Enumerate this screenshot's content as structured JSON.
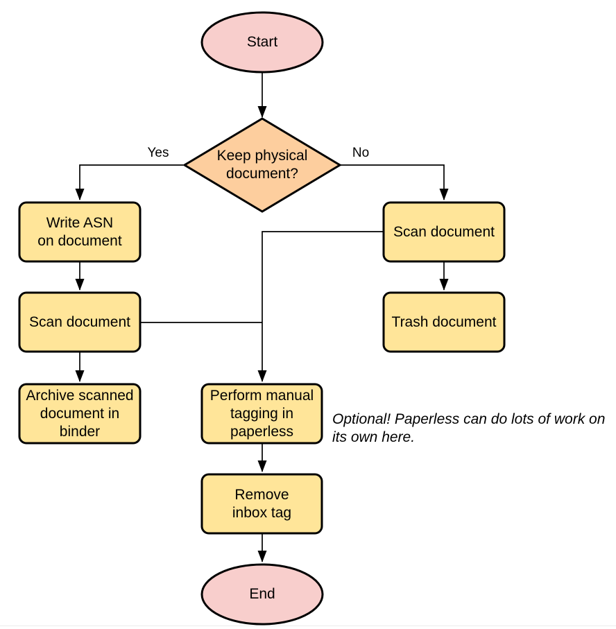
{
  "colors": {
    "terminator_fill": "#f8cecc",
    "decision_fill": "#fdce9e",
    "process_fill": "#ffe599",
    "stroke": "#000000"
  },
  "nodes": {
    "start": {
      "label": "Start",
      "type": "terminator"
    },
    "decision": {
      "label": "Keep physical\ndocument?",
      "type": "decision"
    },
    "write_asn": {
      "label": "Write ASN\non document",
      "type": "process"
    },
    "scan_left": {
      "label": "Scan document",
      "type": "process"
    },
    "archive": {
      "label": "Archive scanned\ndocument in\nbinder",
      "type": "process"
    },
    "scan_right": {
      "label": "Scan document",
      "type": "process"
    },
    "trash": {
      "label": "Trash document",
      "type": "process"
    },
    "perform_tagging": {
      "label": "Perform manual\ntagging in\npaperless",
      "type": "process"
    },
    "remove_inbox": {
      "label": "Remove\ninbox tag",
      "type": "process"
    },
    "end": {
      "label": "End",
      "type": "terminator"
    }
  },
  "edge_labels": {
    "yes": "Yes",
    "no": "No"
  },
  "annotation": {
    "text": "Optional! Paperless can do lots of work on\nits own here."
  }
}
